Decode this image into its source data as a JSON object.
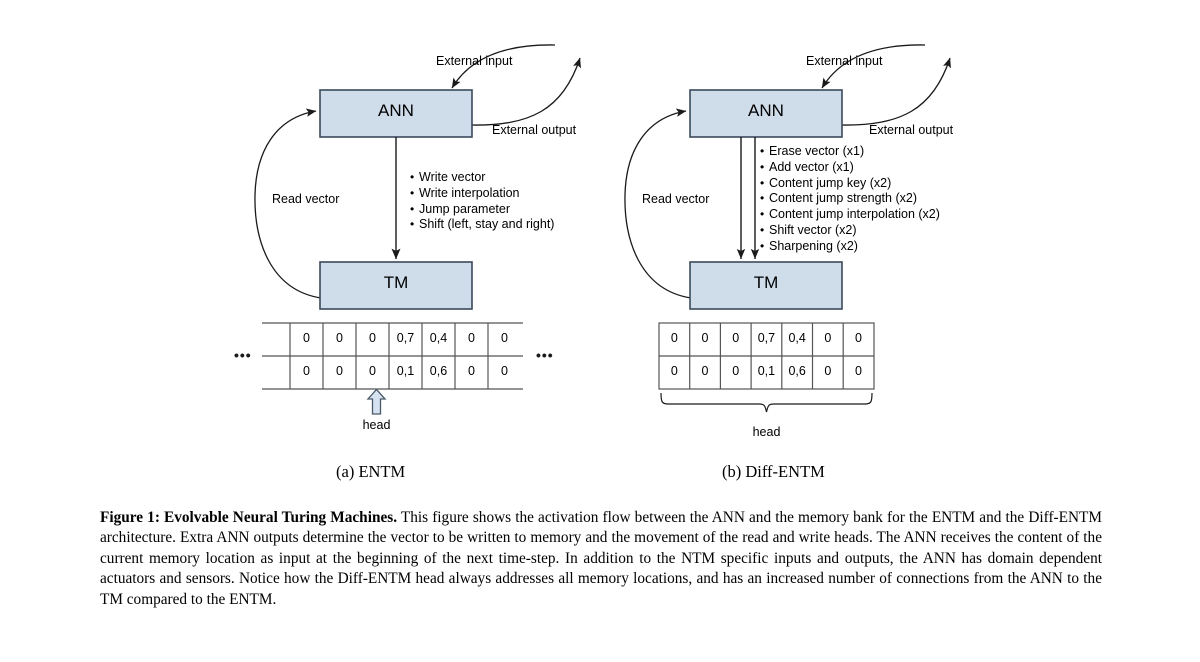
{
  "figure": {
    "caption_lead": "Figure 1: Evolvable Neural Turing Machines.",
    "caption_body": "This figure shows the activation flow between the ANN and the memory bank for the ENTM and the Diff-ENTM architecture. Extra ANN outputs determine the vector to be written to memory and the movement of the read and write heads. The ANN receives the content of the current memory location as input at the beginning of the next time-step. In addition to the NTM specific inputs and outputs, the ANN has domain dependent actuators and sensors. Notice how the Diff-ENTM head always addresses all memory locations, and has an increased number of connections from the ANN to the TM compared to the ENTM."
  },
  "style": {
    "box_fill": "#cfdcea",
    "box_stroke": "#3b4a5a",
    "line_color": "#1a1a1a",
    "table_stroke": "#555555",
    "head_arrow_fill": "#d6e2ef",
    "head_arrow_stroke": "#4a5a6a"
  },
  "panels": [
    {
      "id": "entm",
      "subcaption": "(a) ENTM",
      "ann_label": "ANN",
      "tm_label": "TM",
      "external_input_label": "External input",
      "external_output_label": "External output",
      "read_vector_label": "Read vector",
      "head_label": "head",
      "ann_to_tm_bullets": [
        "Write vector",
        "Write interpolation",
        "Jump parameter",
        "Shift (left, stay and right)"
      ],
      "tape": {
        "open_ended": true,
        "left_ellipsis": "•••",
        "right_ellipsis": "•••",
        "rows": [
          [
            "0",
            "0",
            "0",
            "0,7",
            "0,4",
            "0",
            "0"
          ],
          [
            "0",
            "0",
            "0",
            "0,1",
            "0,6",
            "0",
            "0"
          ]
        ],
        "head_column_index": 3,
        "head_marker": "up-arrow"
      }
    },
    {
      "id": "diff-entm",
      "subcaption": "(b) Diff-ENTM",
      "ann_label": "ANN",
      "tm_label": "TM",
      "external_input_label": "External input",
      "external_output_label": "External output",
      "read_vector_label": "Read vector",
      "head_label": "head",
      "ann_to_tm_bullets": [
        "Erase vector (x1)",
        "Add vector (x1)",
        "Content jump key (x2)",
        "Content jump strength (x2)",
        "Content jump interpolation (x2)",
        "Shift vector (x2)",
        "Sharpening (x2)"
      ],
      "tape": {
        "open_ended": false,
        "rows": [
          [
            "0",
            "0",
            "0",
            "0,7",
            "0,4",
            "0",
            "0"
          ],
          [
            "0",
            "0",
            "0",
            "0,1",
            "0,6",
            "0",
            "0"
          ]
        ],
        "head_marker": "brace-all"
      }
    }
  ]
}
